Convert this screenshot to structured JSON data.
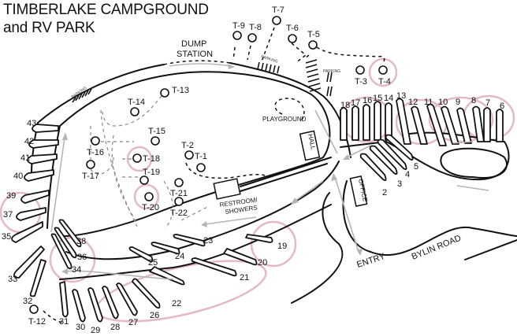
{
  "title": {
    "line1": "TIMBERLAKE CAMPGROUND",
    "line2": "and RV PARK"
  },
  "landmarks": {
    "dump_station_line1": "DUMP",
    "dump_station_line2": "STATION",
    "playground": "PLAYGROUND",
    "hall": "HALL",
    "office": "OFFICE",
    "restroom_line1": "RESTROOM/",
    "restroom_line2": "SHOWERS",
    "entry": "ENTRY",
    "road": "BYLIN ROAD",
    "parking": "PARKING"
  },
  "tent_sites": [
    "T-1",
    "T-2",
    "T-3",
    "T-4",
    "T-5",
    "T-6",
    "T-7",
    "T-8",
    "T-9",
    "T-12",
    "T-13",
    "T-14",
    "T-15",
    "T-16",
    "T-17",
    "T-18",
    "T-19",
    "T-20",
    "T-21",
    "T-22"
  ],
  "rv_sites": [
    "2",
    "3",
    "4",
    "5",
    "6",
    "7",
    "8",
    "9",
    "10",
    "11",
    "12",
    "13",
    "14",
    "15",
    "16",
    "17",
    "18",
    "19",
    "20",
    "21",
    "22",
    "23",
    "24",
    "25",
    "26",
    "27",
    "28",
    "29",
    "30",
    "31",
    "32",
    "33",
    "34",
    "35",
    "36",
    "37",
    "38",
    "39",
    "40",
    "41",
    "42",
    "43"
  ],
  "highlighted": [
    "T-4",
    "T-18",
    "T-20",
    "6-8",
    "9-10",
    "12-13",
    "14-18",
    "19",
    "20-22",
    "26",
    "34-36",
    "37"
  ],
  "colors": {
    "line": "#111111",
    "highlight": "#e6b8c6",
    "flow_arrow": "#b5b5b5",
    "background": "#ffffff"
  }
}
